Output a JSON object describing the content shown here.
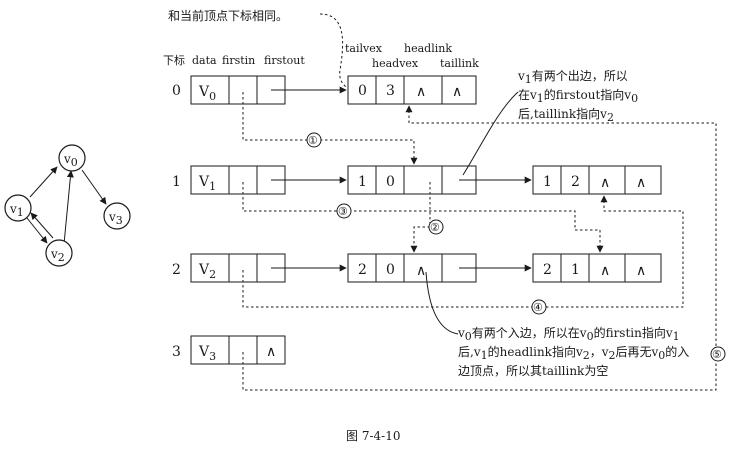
{
  "header": {
    "index": "下标",
    "data": "data",
    "firstin": "firstin",
    "firstout": "firstout",
    "tailvex": "tailvex",
    "headvex": "headvex",
    "headlink": "headlink",
    "taillink": "taillink"
  },
  "top_note": "和当前顶点下标相同。",
  "vertices": [
    {
      "index": "0",
      "v": "V",
      "sub": "0"
    },
    {
      "index": "1",
      "v": "V",
      "sub": "1"
    },
    {
      "index": "2",
      "v": "V",
      "sub": "2"
    },
    {
      "index": "3",
      "v": "V",
      "sub": "3"
    }
  ],
  "empty_symbol": "∧",
  "edges": [
    {
      "tail": "0",
      "head": "3"
    },
    {
      "tail": "1",
      "head": "0"
    },
    {
      "tail": "1",
      "head": "2"
    },
    {
      "tail": "2",
      "head": "0"
    },
    {
      "tail": "2",
      "head": "1"
    }
  ],
  "circled": [
    "①",
    "②",
    "③",
    "④",
    "⑤"
  ],
  "note_right": {
    "l1a": "v",
    "l1s": "1",
    "l1b": "有两个出边，所以",
    "l2a": "在v",
    "l2s": "1",
    "l2b": "的firstout指向v",
    "l2s2": "0",
    "l3a": "后,taillink指向v",
    "l3s": "2"
  },
  "note_bottom": {
    "l1a": "v",
    "l1s": "0",
    "l1b": "有两个入边，所以在v",
    "l1s2": "0",
    "l1c": "的firstin指向v",
    "l1s3": "1",
    "l2a": "后,v",
    "l2s": "1",
    "l2b": "的headlink指向v",
    "l2s2": "2",
    "l2c": "，v",
    "l2s3": "2",
    "l2d": "后再无v",
    "l2s4": "0",
    "l2e": "的入",
    "l3": "边顶点，所以其taillink为空"
  },
  "graph": [
    {
      "v": "v",
      "sub": "0"
    },
    {
      "v": "v",
      "sub": "1"
    },
    {
      "v": "v",
      "sub": "2"
    },
    {
      "v": "v",
      "sub": "3"
    }
  ],
  "caption": "图 7-4-10"
}
